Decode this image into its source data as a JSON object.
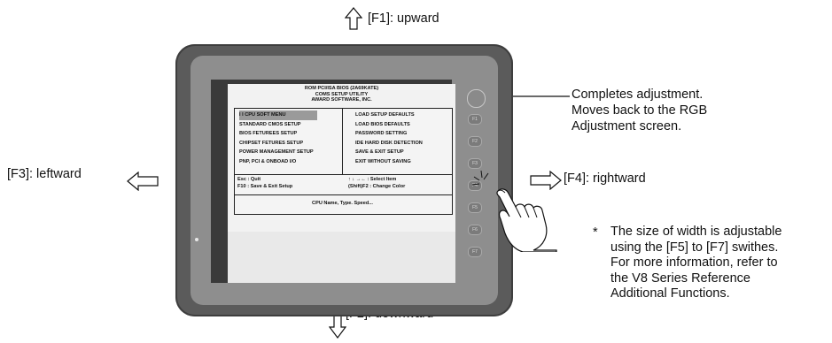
{
  "callouts": {
    "up": "[F1]: upward",
    "down": "[F2]: downward",
    "left": "[F3]: leftward",
    "right": "[F4]: rightward",
    "complete": [
      "Completes adjustment.",
      "Moves back to the RGB",
      "Adjustment screen."
    ],
    "note_star": "*",
    "note": [
      "The size of width is adjustable",
      "using the [F5] to [F7] swithes.",
      "For more information, refer to",
      "the V8 Series Reference",
      "Additional Functions."
    ]
  },
  "bios": {
    "title": [
      "ROM PCI/ISA BIOS (2A69KATE)",
      "COMS SETUP UTILITY",
      "AWARD SOFTWARE, INC."
    ],
    "menu_left": [
      "I I CPU SOFT MENU",
      "STANDARD CMOS SETUP",
      "BIOS FETUREES SETUP",
      "CHIPSET FETURES SETUP",
      "POWER MANAGEMENT SETUP",
      "PNP, PCI & ONBOAD I/O"
    ],
    "menu_right": [
      "LOAD SETUP DEFAULTS",
      "LOAD BIOS DEFAULTS",
      "PASSWORD SETTING",
      "IDE HARD DISK DETECTION",
      "SAVE & EXIT SETUP",
      "EXIT WITHOUT SAVING"
    ],
    "help_left": [
      "Esc : Quit",
      "F10 : Save & Exit Setup"
    ],
    "help_right": [
      "↑ ↓ →←  : Select Item",
      "(Shift)F2 : Change Color"
    ],
    "status": "CPU Name, Type. Speed..."
  },
  "keys": [
    "F1",
    "F2",
    "F3",
    "F4",
    "F5",
    "F6",
    "F7"
  ],
  "colors": {
    "bezel": "#5b5b5b",
    "bezel_inner": "#8e8e8e",
    "key": "#7b7b7b"
  }
}
